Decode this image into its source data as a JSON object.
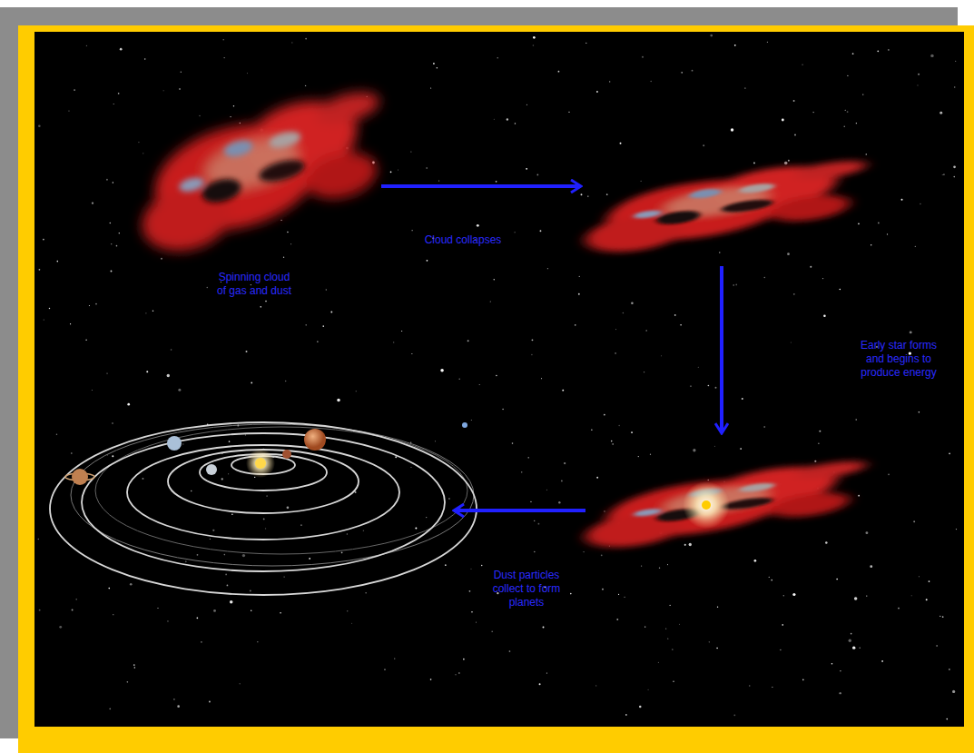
{
  "diagram": {
    "nodes": [
      {
        "text": [
          "Spinning cloud of gas and dust"
        ]
      },
      {
        "text": []
      },
      {
        "text": []
      },
      {
        "text": []
      }
    ],
    "edges": [
      {
        "from": 0,
        "to": 1,
        "arrow": "to",
        "label": "Cloud collapses"
      },
      {
        "from": 1,
        "to": 2,
        "arrow": "to",
        "label": "Early star forms and begins to produce energy"
      },
      {
        "from": 2,
        "to": 3,
        "arrow": "to",
        "label": "Dust particles collect to form planets"
      }
    ]
  }
}
